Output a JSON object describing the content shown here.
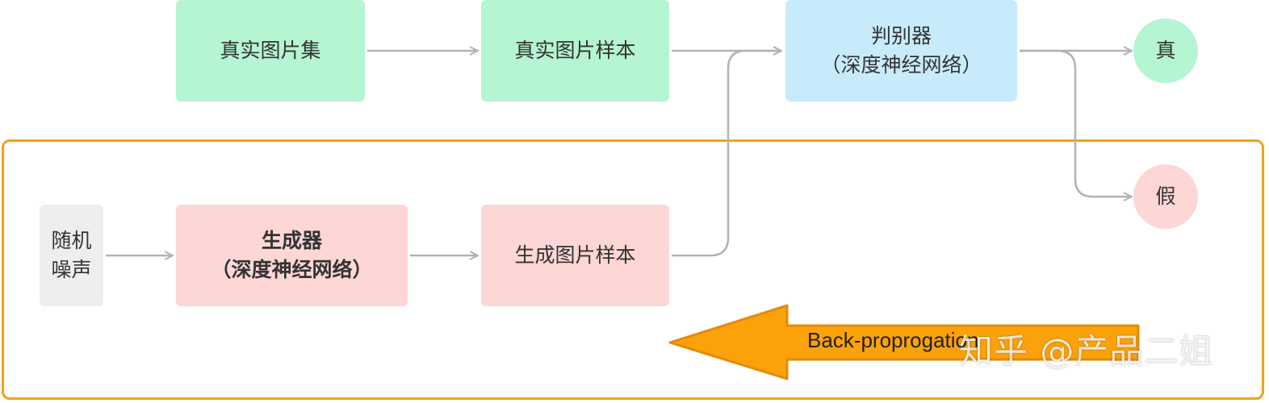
{
  "nodes": {
    "real_set": "真实图片集",
    "real_sample": "真实图片样本",
    "discriminator": {
      "line1": "判别器",
      "line2": "（深度神经网络）"
    },
    "real": "真",
    "fake": "假",
    "noise": {
      "line1": "随机",
      "line2": "噪声"
    },
    "generator": {
      "line1": "生成器",
      "line2": "（深度神经网络）"
    },
    "gen_sample": "生成图片样本"
  },
  "backprop_label": "Back-proprogation",
  "watermark": "知乎 @产品二姐",
  "colors": {
    "green": "#b5f5d2",
    "blue": "#c8ebfc",
    "pink": "#fdd6d6",
    "gray": "#eeeeee",
    "orange": "#f4a213",
    "connector": "#b3b3b3",
    "star": "#f9c80e"
  },
  "icons": {
    "generator_badge": "star-icon"
  }
}
